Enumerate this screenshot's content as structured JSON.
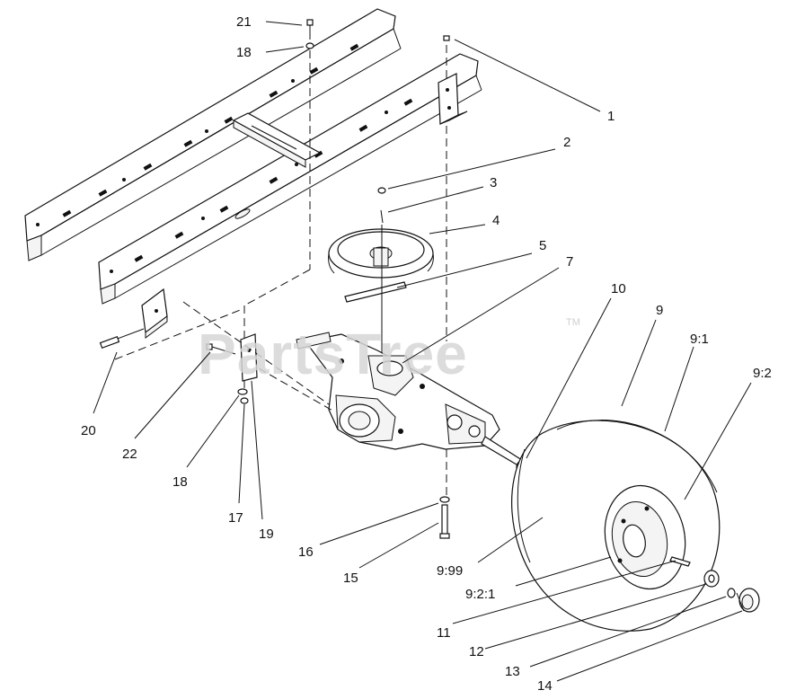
{
  "watermark": {
    "text": "PartsTree",
    "trademark": "TM"
  },
  "callouts": [
    "21",
    "18",
    "1",
    "2",
    "3",
    "4",
    "5",
    "7",
    "10",
    "9",
    "9:1",
    "9:2",
    "20",
    "22",
    "18",
    "17",
    "19",
    "16",
    "15",
    "9:99",
    "9:2:1",
    "11",
    "12",
    "13",
    "14"
  ]
}
